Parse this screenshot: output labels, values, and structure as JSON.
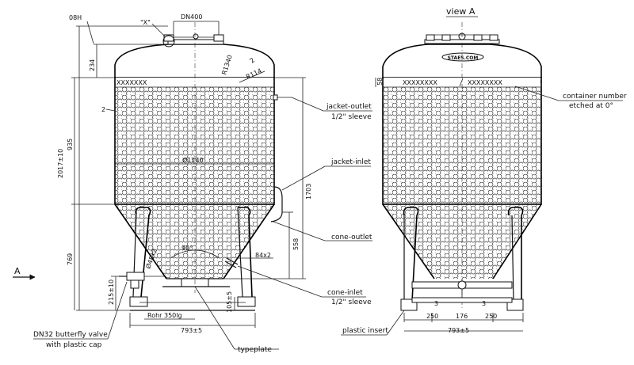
{
  "views": {
    "view_a_title": "view A",
    "section_marker": "\"X\"",
    "view_arrow_label": "A"
  },
  "dimensions": {
    "nozzle_top": "DN400",
    "top_offset": "08H",
    "head_height": "234",
    "total_height": "2017±10",
    "cylinder_height": "935",
    "cone_height": "769",
    "valve_height": "215±10",
    "wall_thickness": "2",
    "radius_large": "R1340",
    "radius_small": "R114",
    "head_angle": "2",
    "diameter": "Ø1140",
    "jacket_inlet_height": "1703",
    "cone_outlet_height": "558",
    "cone_angle": "90°",
    "leg_pipe": "84x2",
    "foot_height": "105±5",
    "leg_pipe_angle": "Ø48x2",
    "rohr": "Rohr 350lg",
    "base_width_left": "793±5",
    "base_width_right": "793±5",
    "top_band_width": "58",
    "pad_left": "250",
    "pad_center": "176",
    "pad_right": "250",
    "slope_left": "3",
    "slope_right": "3"
  },
  "labels": {
    "jacket_outlet": "jacket-outlet",
    "jacket_outlet_sleeve": "1/2\" sleeve",
    "jacket_inlet": "jacket-inlet",
    "cone_outlet": "cone-outlet",
    "cone_inlet": "cone-inlet",
    "cone_inlet_sleeve": "1/2\" sleeve",
    "butterfly_valve": "DN32 butterfly valve",
    "butterfly_valve_cap": "with plastic cap",
    "typeplate": "typeplate",
    "plastic_insert": "plastic insert",
    "container_number": "container number",
    "container_number_note": "etched at 0°",
    "logo_text": "STAES.COM",
    "band_left": "XXXXXXX",
    "band_right_a": "XXXXXXXX",
    "band_right_b": "XXXXXXXX"
  }
}
